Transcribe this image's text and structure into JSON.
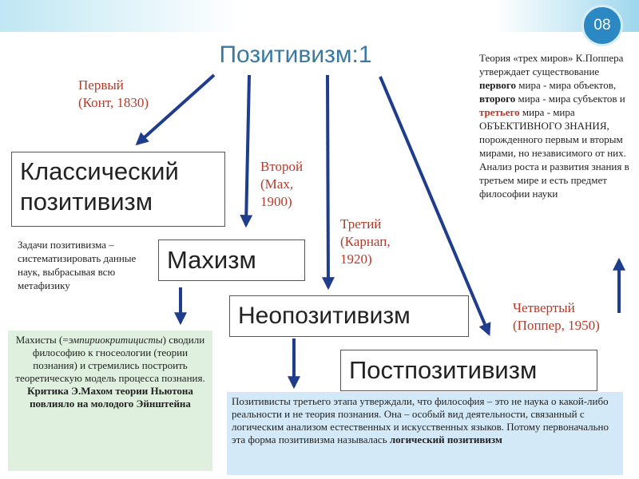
{
  "slide_number": "08",
  "title": "Позитивизм:1",
  "boxes": {
    "classical": "Классический позитивизм",
    "machism": "Махизм",
    "neopositivism": "Неопозитивизм",
    "postpositivism": "Постпозитивизм"
  },
  "stages": {
    "first": {
      "name": "Первый",
      "detail": "(Конт, 1830)"
    },
    "second": {
      "name": "Второй",
      "detail1": "(Мах,",
      "detail2": "1900)"
    },
    "third": {
      "name": "Третий",
      "detail1": "(Карнап,",
      "detail2": "1920)"
    },
    "fourth": {
      "name": "Четвертый",
      "detail": "(Поппер, 1950)"
    }
  },
  "tasks_text": "Задачи позитивизма – систематизировать данные наук, выбрасывая всю метафизику",
  "popper_text": {
    "p1": "Теория «трех миров» К.Поппера утверждает существование",
    "w1": "первого",
    "p2": "мира - мира объектов,",
    "w2": "второго",
    "p3": "мира - мира субъектов и",
    "w3": "третьего",
    "p4": "мира - мира ОБЪЕКТИВНОГО ЗНАНИЯ, порожденного первым и вторым мирами, но независимого от них. Анализ роста и развития знания в третьем мире и есть предмет философии науки"
  },
  "machists_text": {
    "p1": "Махисты (=",
    "italic": "эмпириокритицисты",
    "p2": ") сводили философию к гносеологии (теории познания) и стремились построить теоретическую модель процесса познания.",
    "bold": "Критика Э.Махом теории Ньютона повлияло на молодого Эйнштейна"
  },
  "positivists_text": {
    "p1": "Позитивисты третьего этапа утверждали, что философия – это не наука о какой-либо реальности и не теория познания. Она – особый вид деятельности, связанный с логическим анализом естественных и искусственных языков. Потому первоначально эта форма позитивизма называлась",
    "bold": "логический позитивизм"
  },
  "colors": {
    "arrow": "#1f3d8c",
    "label": "#b53a2a",
    "title": "#3a7aa0",
    "badge": "#2b88c3",
    "machists_bg": "#dff1de",
    "positivists_bg": "#d3e9f7"
  }
}
